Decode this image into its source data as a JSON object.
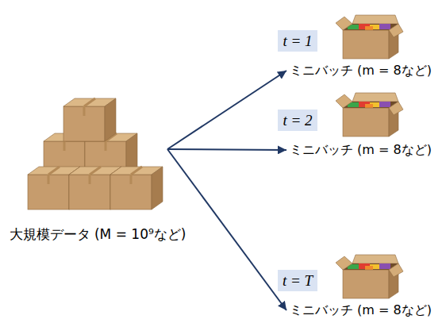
{
  "diagram": {
    "nodes": [
      {
        "text": [
          "大規模データ (M = 10⁹など)"
        ]
      },
      {
        "text": [
          "t = 1",
          "ミニバッチ (m = 8など)"
        ]
      },
      {
        "text": [
          "t = 2",
          "ミニバッチ (m = 8など)"
        ]
      },
      {
        "text": [
          "t = T",
          "ミニバッチ (m = 8など)"
        ]
      }
    ],
    "edges": [
      {
        "from": 0,
        "to": 1,
        "arrow": "to"
      },
      {
        "from": 0,
        "to": 2,
        "arrow": "to"
      },
      {
        "from": 0,
        "to": 3,
        "arrow": "to"
      }
    ]
  }
}
